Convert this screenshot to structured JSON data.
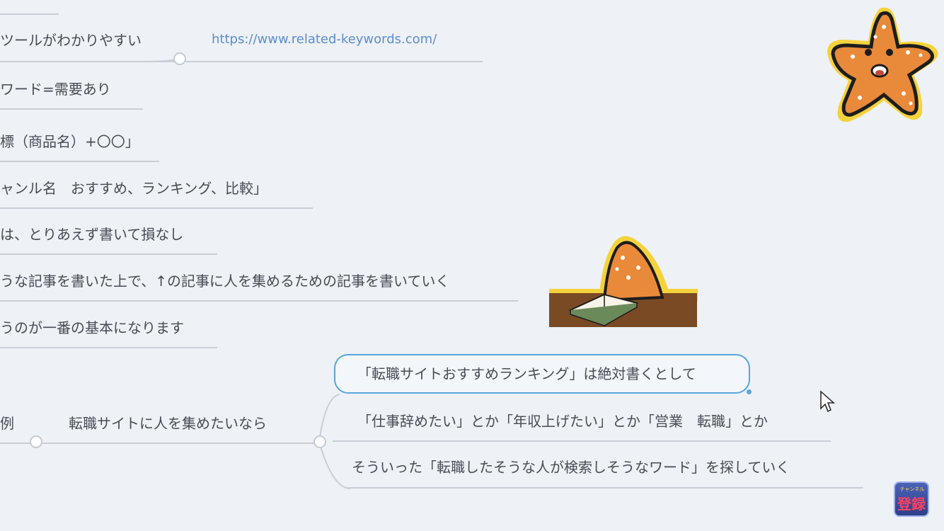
{
  "mindmap": {
    "nodes": [
      "ツールがわかりやすい",
      "ワード=需要あり",
      "標（商品名）+〇〇」",
      "ャンル名　おすすめ、ランキング、比較」",
      "は、とりあえず書いて損なし",
      "うな記事を書いた上で、↑の記事に人を集めるための記事を書いていく",
      "うのが一番の基本になります"
    ],
    "link_url": "https://www.related-keywords.com/",
    "branch_left": "例",
    "branch_parent": "転職サイトに人を集めたいなら",
    "children": [
      "「転職サイトおすすめランキング」は絶対書くとして",
      "「仕事辞めたい」とか「年収上げたい」とか「営業　転職」とか",
      "そういった「転職したそうな人が検索しそうなワード」を探していく"
    ]
  },
  "badge": {
    "top_text": "チャンネル",
    "main_text": "登録"
  },
  "colors": {
    "background": "#eef1f5",
    "selection": "#58a6dd",
    "link": "#5b8fd0",
    "connector": "#c9ced6"
  }
}
